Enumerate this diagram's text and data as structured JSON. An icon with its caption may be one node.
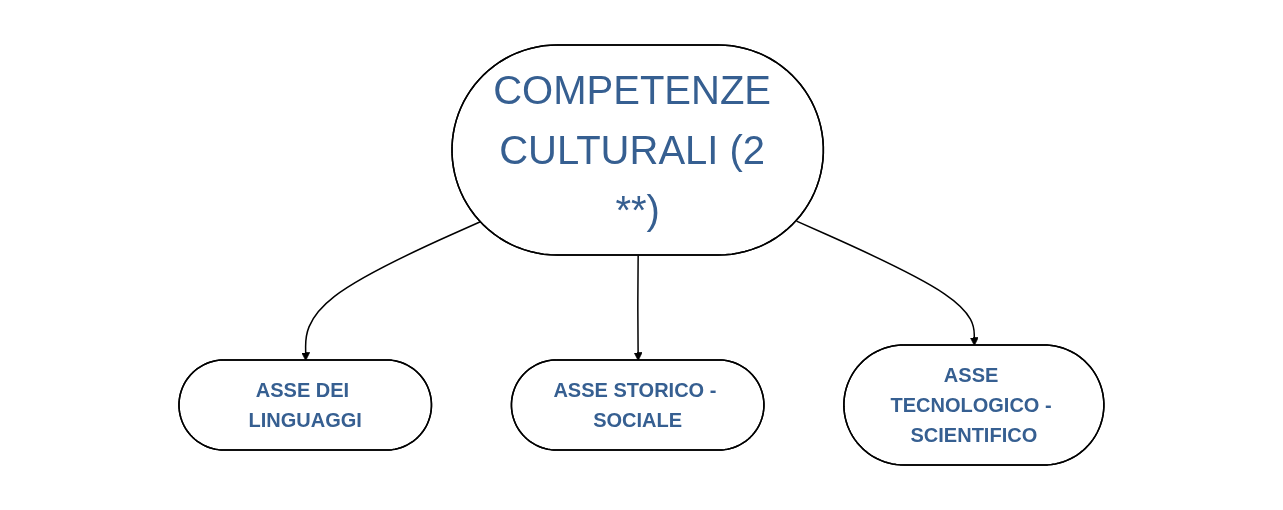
{
  "diagram": {
    "nodes": [
      {
        "text": [
          "COMPETENZE CULTURALI (2 **)"
        ]
      },
      {
        "text": [
          "ASSE DEI LINGUAGGI"
        ]
      },
      {
        "text": [
          "ASSE STORICO - SOCIALE"
        ]
      },
      {
        "text": [
          "ASSE TECNOLOGICO - SCIENTIFICO"
        ]
      }
    ],
    "edges": [
      {
        "from": 0,
        "to": 1,
        "arrow": "to"
      },
      {
        "from": 0,
        "to": 2,
        "arrow": "to"
      },
      {
        "from": 0,
        "to": 3,
        "arrow": "to"
      }
    ]
  }
}
